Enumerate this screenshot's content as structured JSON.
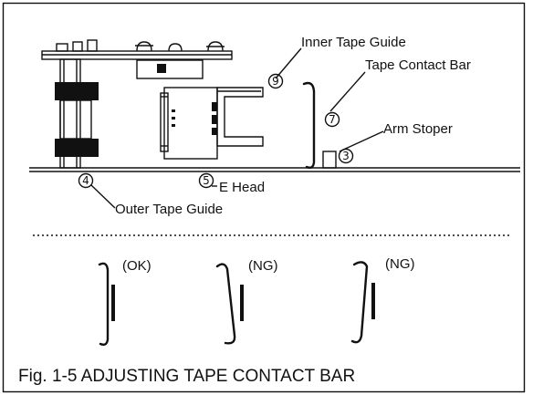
{
  "labels": {
    "inner_tape_guide": "Inner Tape Guide",
    "tape_contact_bar": "Tape Contact Bar",
    "arm_stoper": "Arm Stoper",
    "outer_tape_guide": "Outer Tape Guide",
    "e_head": "E Head"
  },
  "callouts": {
    "inner_tape_guide": "9",
    "tape_contact_bar": "7",
    "arm_stoper": "3",
    "outer_tape_guide": "4",
    "e_head": "5"
  },
  "examples": [
    {
      "status": "(OK)"
    },
    {
      "status": "(NG)"
    },
    {
      "status": "(NG)"
    }
  ],
  "caption": "Fig. 1-5 ADJUSTING TAPE CONTACT BAR"
}
